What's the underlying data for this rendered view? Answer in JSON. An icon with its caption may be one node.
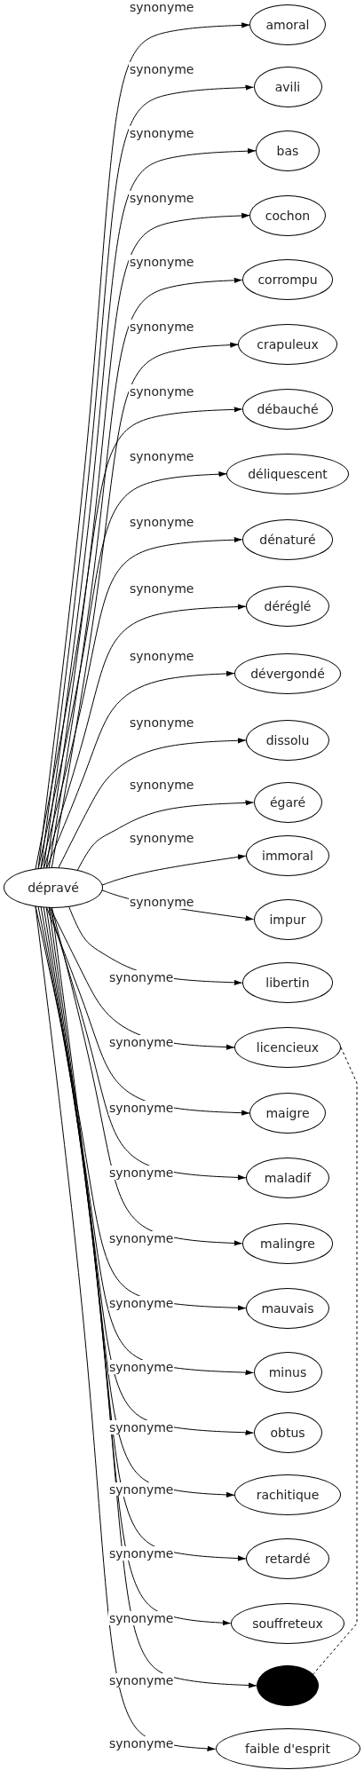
{
  "diagram": {
    "nodes": [
      {
        "text": [
          "dépravé"
        ]
      },
      {
        "text": [
          "amoral"
        ]
      },
      {
        "text": [
          "avili"
        ]
      },
      {
        "text": [
          "bas"
        ]
      },
      {
        "text": [
          "cochon"
        ]
      },
      {
        "text": [
          "corrompu"
        ]
      },
      {
        "text": [
          "crapuleux"
        ]
      },
      {
        "text": [
          "débauché"
        ]
      },
      {
        "text": [
          "déliquescent"
        ]
      },
      {
        "text": [
          "dénaturé"
        ]
      },
      {
        "text": [
          "déréglé"
        ]
      },
      {
        "text": [
          "dévergondé"
        ]
      },
      {
        "text": [
          "dissolu"
        ]
      },
      {
        "text": [
          "égaré"
        ]
      },
      {
        "text": [
          "immoral"
        ]
      },
      {
        "text": [
          "impur"
        ]
      },
      {
        "text": [
          "libertin"
        ]
      },
      {
        "text": [
          "licencieux"
        ]
      },
      {
        "text": [
          "maigre"
        ]
      },
      {
        "text": [
          "maladif"
        ]
      },
      {
        "text": [
          "malingre"
        ]
      },
      {
        "text": [
          "mauvais"
        ]
      },
      {
        "text": [
          "minus"
        ]
      },
      {
        "text": [
          "obtus"
        ]
      },
      {
        "text": [
          "rachitique"
        ]
      },
      {
        "text": [
          "retardé"
        ]
      },
      {
        "text": [
          "souffreteux"
        ]
      },
      {
        "text": [],
        "shape": "circle"
      },
      {
        "text": [
          "faible d'esprit"
        ]
      }
    ],
    "edges": [
      {
        "from": 0,
        "to": 1,
        "arrow": "to",
        "label": "synonyme"
      },
      {
        "from": 0,
        "to": 2,
        "arrow": "to",
        "label": "synonyme"
      },
      {
        "from": 0,
        "to": 3,
        "arrow": "to",
        "label": "synonyme"
      },
      {
        "from": 0,
        "to": 4,
        "arrow": "to",
        "label": "synonyme"
      },
      {
        "from": 0,
        "to": 5,
        "arrow": "to",
        "label": "synonyme"
      },
      {
        "from": 0,
        "to": 6,
        "arrow": "to",
        "label": "synonyme"
      },
      {
        "from": 0,
        "to": 7,
        "arrow": "to",
        "label": "synonyme"
      },
      {
        "from": 0,
        "to": 8,
        "arrow": "to",
        "label": "synonyme"
      },
      {
        "from": 0,
        "to": 9,
        "arrow": "to",
        "label": "synonyme"
      },
      {
        "from": 0,
        "to": 10,
        "arrow": "to",
        "label": "synonyme"
      },
      {
        "from": 0,
        "to": 11,
        "arrow": "to",
        "label": "synonyme"
      },
      {
        "from": 0,
        "to": 12,
        "arrow": "to",
        "label": "synonyme"
      },
      {
        "from": 0,
        "to": 13,
        "arrow": "to",
        "label": "synonyme"
      },
      {
        "from": 0,
        "to": 14,
        "arrow": "to",
        "label": "synonyme"
      },
      {
        "from": 0,
        "to": 15,
        "arrow": "to",
        "label": "synonyme"
      },
      {
        "from": 0,
        "to": 16,
        "arrow": "to",
        "label": "synonyme"
      },
      {
        "from": 0,
        "to": 17,
        "arrow": "to",
        "label": "synonyme"
      },
      {
        "from": 0,
        "to": 18,
        "arrow": "to",
        "label": "synonyme"
      },
      {
        "from": 0,
        "to": 19,
        "arrow": "to",
        "label": "synonyme"
      },
      {
        "from": 0,
        "to": 20,
        "arrow": "to",
        "label": "synonyme"
      },
      {
        "from": 0,
        "to": 21,
        "arrow": "to",
        "label": "synonyme"
      },
      {
        "from": 0,
        "to": 22,
        "arrow": "to",
        "label": "synonyme"
      },
      {
        "from": 0,
        "to": 23,
        "arrow": "to",
        "label": "synonyme"
      },
      {
        "from": 0,
        "to": 24,
        "arrow": "to",
        "label": "synonyme"
      },
      {
        "from": 0,
        "to": 25,
        "arrow": "to",
        "label": "synonyme"
      },
      {
        "from": 0,
        "to": 26,
        "arrow": "to",
        "label": "synonyme"
      },
      {
        "from": 0,
        "to": 27,
        "arrow": "to",
        "label": "synonyme"
      },
      {
        "from": 0,
        "to": 28,
        "arrow": "to",
        "label": "synonyme"
      },
      {
        "from": 17,
        "to": 27,
        "arrow": "none",
        "style": "dashed"
      }
    ]
  }
}
